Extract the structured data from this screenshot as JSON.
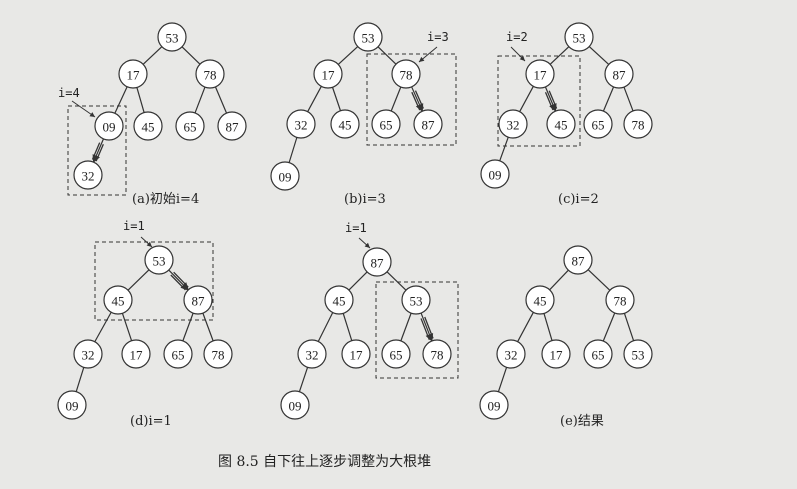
{
  "caption": "图 8.5   自下往上逐步调整为大根堆",
  "panels": [
    {
      "id": "a",
      "label": "(a)初始i=4",
      "i_label": "i=4",
      "nodes": [
        "53",
        "17",
        "78",
        "09",
        "45",
        "65",
        "87",
        "32"
      ]
    },
    {
      "id": "b",
      "label": "(b)i=3",
      "i_label": "i=3",
      "nodes": [
        "53",
        "17",
        "78",
        "32",
        "45",
        "65",
        "87",
        "09"
      ]
    },
    {
      "id": "c",
      "label": "(c)i=2",
      "i_label": "i=2",
      "nodes": [
        "53",
        "17",
        "87",
        "32",
        "45",
        "65",
        "78",
        "09"
      ]
    },
    {
      "id": "d",
      "label": "(d)i=1",
      "i_label": "i=1",
      "nodes": [
        "53",
        "45",
        "87",
        "32",
        "17",
        "65",
        "78",
        "09"
      ]
    },
    {
      "id": "d2",
      "label": "",
      "i_label": "i=1",
      "nodes": [
        "87",
        "45",
        "53",
        "32",
        "17",
        "65",
        "78",
        "09"
      ]
    },
    {
      "id": "e",
      "label": "(e)结果",
      "i_label": "",
      "nodes": [
        "87",
        "45",
        "78",
        "32",
        "17",
        "65",
        "53",
        "09"
      ]
    }
  ]
}
